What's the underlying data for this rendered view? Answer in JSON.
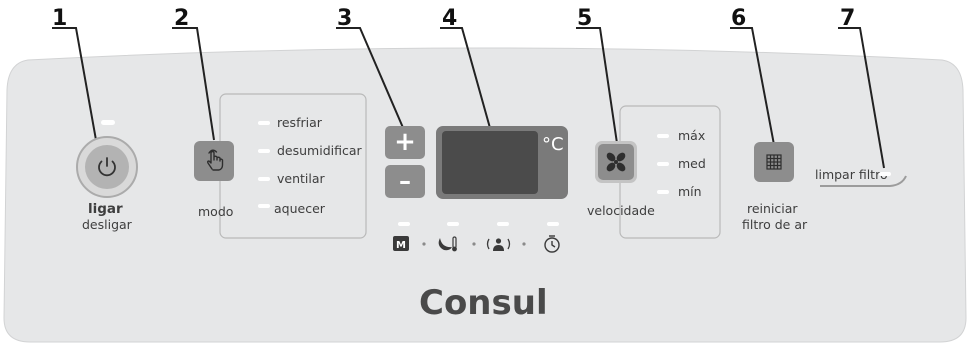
{
  "callouts": [
    "1",
    "2",
    "3",
    "4",
    "5",
    "6",
    "7"
  ],
  "power": {
    "label_on": "ligar",
    "label_off": "desligar"
  },
  "mode": {
    "label": "modo",
    "options": [
      "resfriar",
      "desumidificar",
      "ventilar",
      "aquecer"
    ]
  },
  "temperature": {
    "unit": "°C",
    "plus": "+",
    "minus": "–"
  },
  "speed": {
    "label": "velocidade",
    "options": [
      "máx",
      "med",
      "mín"
    ]
  },
  "filter_reset": {
    "label_line1": "reiniciar",
    "label_line2": "filtro de ar"
  },
  "clean_filter": {
    "label": "limpar filtro"
  },
  "function_icons": [
    "manual-icon",
    "sleep-icon",
    "follow-me-icon",
    "timer-icon"
  ],
  "brand": "Consul",
  "colors": {
    "panel": "#e6e7e8",
    "button": "#8d8d8d",
    "display": "#4b4b4b",
    "led": "#ffffff"
  }
}
